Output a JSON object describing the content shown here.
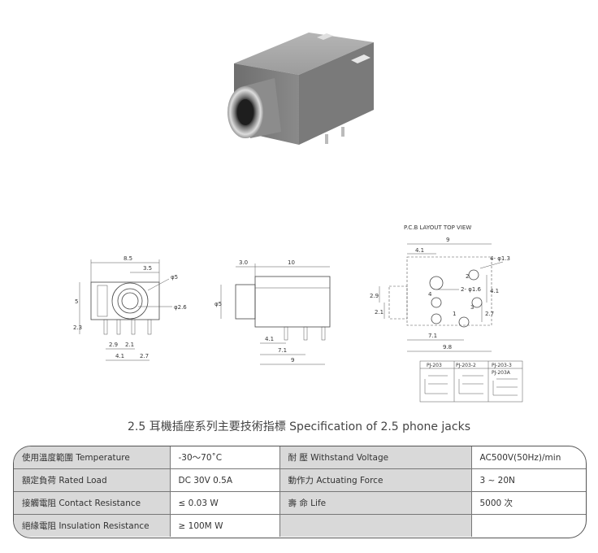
{
  "title": "2.5 耳機插座系列主要技術指標 Specification of 2.5 phone jacks",
  "drawings": {
    "front": {
      "dims": [
        "8.5",
        "3.5",
        "φ5",
        "φ2.6",
        "5",
        "2.3",
        "2.9",
        "2.1",
        "4.1",
        "2.7"
      ]
    },
    "side": {
      "dims": [
        "3.0",
        "10",
        "φ5",
        "4.1",
        "7.1",
        "9"
      ]
    },
    "pcb": {
      "header": "P.C.B LAYOUT    TOP VIEW",
      "dims": [
        "9",
        "4.1",
        "4- φ1.3",
        "2- φ1.6",
        "2.9",
        "2.1",
        "4.1",
        "2.7",
        "7.1",
        "9.8"
      ],
      "pins": [
        "2",
        "4",
        "1",
        "3"
      ],
      "schematics": [
        "PJ-203",
        "PJ-203-2",
        "PJ-203-3",
        "PJ-203A"
      ]
    }
  },
  "specs": [
    {
      "label": "使用溫度範圍 Temperature",
      "value": "-30～70˚C",
      "label2": "耐    壓 Withstand Voltage",
      "value2": "AC500V(50Hz)/min"
    },
    {
      "label": "額定負荷  Rated Load",
      "value": "DC  30V  0.5A",
      "label2": "動作力 Actuating Force",
      "value2": "3 ~ 20N"
    },
    {
      "label": "接觸電阻  Contact Resistance",
      "value": "≤ 0.03 W",
      "label2": "壽    命 Life",
      "value2": "5000 次"
    },
    {
      "label": "絕緣電阻  Insulation Resistance",
      "value": "≥ 100M W",
      "label2": "",
      "value2": ""
    }
  ]
}
